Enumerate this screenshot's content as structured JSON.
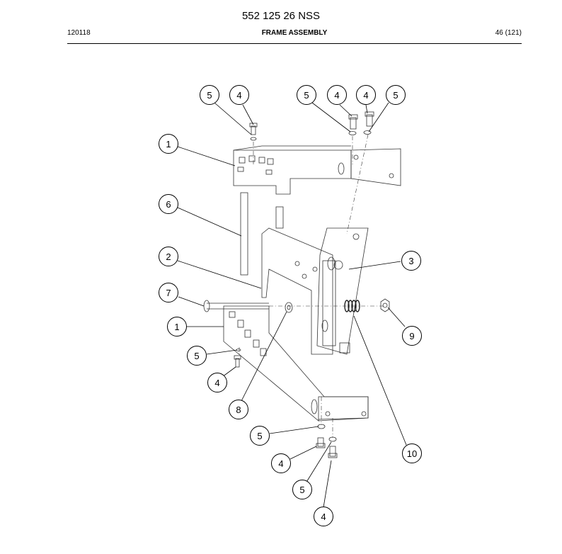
{
  "header": {
    "part_number": "552 125 26 NSS",
    "code": "120118",
    "title": "FRAME ASSEMBLY",
    "page": "46 (121)"
  },
  "callouts": [
    {
      "label": "5"
    },
    {
      "label": "4"
    },
    {
      "label": "5"
    },
    {
      "label": "4"
    },
    {
      "label": "4"
    },
    {
      "label": "5"
    },
    {
      "label": "1"
    },
    {
      "label": "6"
    },
    {
      "label": "2"
    },
    {
      "label": "3"
    },
    {
      "label": "7"
    },
    {
      "label": "1"
    },
    {
      "label": "9"
    },
    {
      "label": "5"
    },
    {
      "label": "4"
    },
    {
      "label": "8"
    },
    {
      "label": "5"
    },
    {
      "label": "10"
    },
    {
      "label": "4"
    },
    {
      "label": "5"
    },
    {
      "label": "4"
    }
  ]
}
